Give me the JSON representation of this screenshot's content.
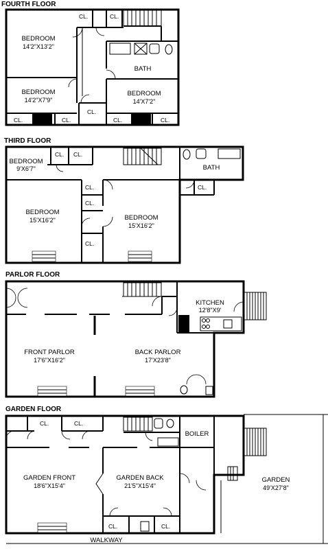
{
  "floors": {
    "fourth": {
      "title": "FOURTH FLOOR",
      "bedroom1_name": "BEDROOM",
      "bedroom1_dim": "14'2\"X13'2\"",
      "bedroom2_name": "BEDROOM",
      "bedroom2_dim": "14'2\"X7'9\"",
      "bedroom3_name": "BEDROOM",
      "bedroom3_dim": "14'X7'2\"",
      "bath": "BATH",
      "closet": "CL."
    },
    "third": {
      "title": "THIRD FLOOR",
      "bedroom1_name": "BEDROOM",
      "bedroom1_dim": "9'X6'7\"",
      "bedroom2_name": "BEDROOM",
      "bedroom2_dim": "15'X16'2\"",
      "bedroom3_name": "BEDROOM",
      "bedroom3_dim": "15'X16'2\"",
      "bath": "BATH",
      "closet": "CL."
    },
    "parlor": {
      "title": "PARLOR FLOOR",
      "kitchen_name": "KITCHEN",
      "kitchen_dim": "12'8\"X9'",
      "front_name": "FRONT PARLOR",
      "front_dim": "17'6\"X16'2\"",
      "back_name": "BACK PARLOR",
      "back_dim": "17'X23'8\""
    },
    "garden": {
      "title": "GARDEN FLOOR",
      "front_name": "GARDEN FRONT",
      "front_dim": "18'6\"X15'4\"",
      "back_name": "GARDEN BACK",
      "back_dim": "21'5\"X15'4\"",
      "boiler": "BOILER",
      "garden_name": "GARDEN",
      "garden_dim": "49'X27'8\"",
      "walkway": "WALKWAY",
      "closet": "CL."
    }
  }
}
